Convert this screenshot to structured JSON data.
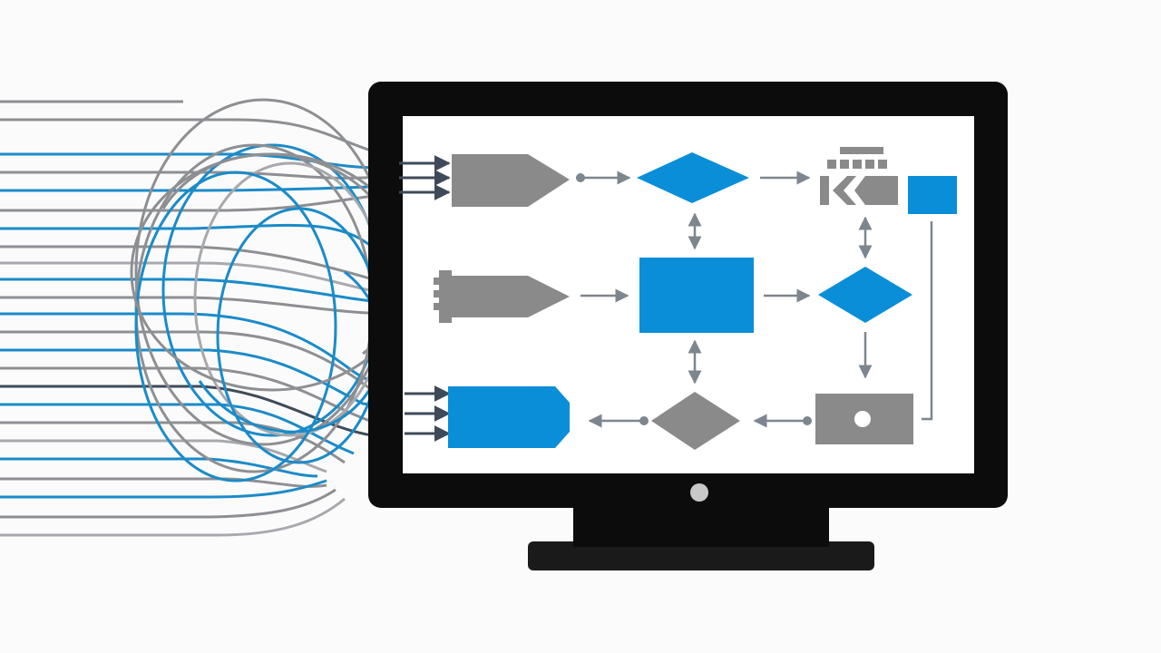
{
  "palette": {
    "blue": "#0a8ed8",
    "gray": "#8a8a8a",
    "light_gray": "#a7a9ad",
    "wire_blue": "#1b8bc8",
    "wire_gray": "#8d8f92",
    "arrow": "#7d868e",
    "dark_arrow": "#3e4a59",
    "monitor_frame": "#0c0c0c",
    "screen": "#ffffff",
    "background": "#fbfbfb"
  },
  "icons": {
    "monitor": "monitor-icon",
    "power_led": "power-led-icon",
    "input_tags": [
      "tag-connector-icon",
      "plug-connector-icon",
      "tag-connector-icon"
    ],
    "output_block": "film-strip-icon",
    "output_node": "camera-icon"
  },
  "diagram": {
    "nodes": [
      {
        "id": "input-1",
        "shape": "tag",
        "color": "gray"
      },
      {
        "id": "input-2",
        "shape": "plug",
        "color": "gray"
      },
      {
        "id": "input-3",
        "shape": "tag",
        "color": "blue"
      },
      {
        "id": "decision-1",
        "shape": "diamond",
        "color": "blue"
      },
      {
        "id": "process-1",
        "shape": "rectangle",
        "color": "blue"
      },
      {
        "id": "decision-2",
        "shape": "diamond",
        "color": "gray"
      },
      {
        "id": "output-1",
        "shape": "film-strip",
        "color": "gray"
      },
      {
        "id": "square-1",
        "shape": "rectangle",
        "color": "blue"
      },
      {
        "id": "decision-3",
        "shape": "diamond",
        "color": "blue"
      },
      {
        "id": "output-2",
        "shape": "camera-box",
        "color": "gray"
      }
    ],
    "edges": [
      {
        "from": "input-1",
        "to": "decision-1"
      },
      {
        "from": "decision-1",
        "to": "output-1"
      },
      {
        "from": "decision-1",
        "to": "process-1",
        "bidirectional": true
      },
      {
        "from": "input-2",
        "to": "process-1"
      },
      {
        "from": "process-1",
        "to": "decision-3"
      },
      {
        "from": "output-1",
        "to": "decision-3",
        "bidirectional": true
      },
      {
        "from": "process-1",
        "to": "decision-2",
        "bidirectional": true
      },
      {
        "from": "decision-3",
        "to": "output-2"
      },
      {
        "from": "decision-2",
        "to": "input-3"
      },
      {
        "from": "output-2",
        "to": "decision-2"
      },
      {
        "from": "square-1",
        "to": "output-2"
      }
    ]
  },
  "wires": {
    "count": 18,
    "colors": [
      "blue",
      "gray"
    ]
  }
}
